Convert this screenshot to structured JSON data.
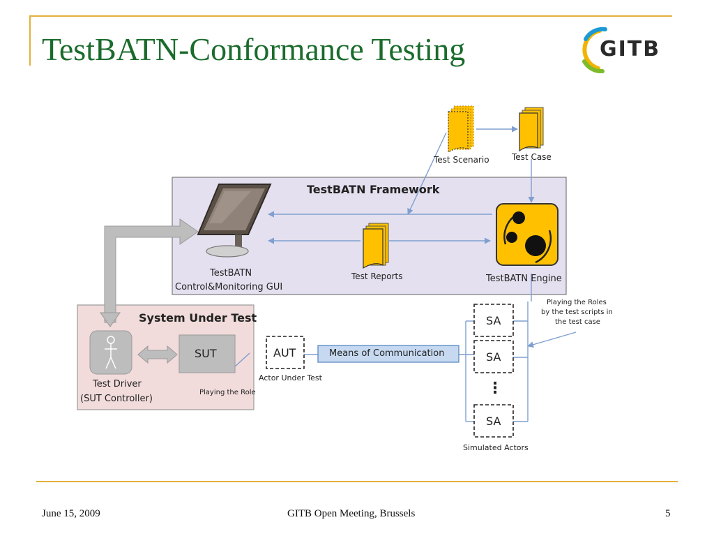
{
  "slide": {
    "title": "TestBATN-Conformance Testing",
    "logo_text": "GITB"
  },
  "diagram": {
    "framework_label": "TestBATN Framework",
    "gui_label_line1": "TestBATN",
    "gui_label_line2": "Control&Monitoring GUI",
    "engine_label": "TestBATN Engine",
    "test_reports": "Test Reports",
    "test_scenario": "Test Scenario",
    "test_case": "Test Case",
    "sut_group_label": "System Under Test",
    "sut": "SUT",
    "test_driver_line1": "Test Driver",
    "test_driver_line2": "(SUT Controller)",
    "playing_role": "Playing the Role",
    "aut": "AUT",
    "actor_under_test": "Actor Under Test",
    "means_of_communication": "Means of Communication",
    "sa": "SA",
    "sa_dots": "⋮",
    "simulated_actors": "Simulated Actors",
    "roles_note_line1": "Playing the Roles",
    "roles_note_line2": "by the test scripts in",
    "roles_note_line3": "the test case"
  },
  "footer": {
    "date": "June 15, 2009",
    "event": "GITB Open Meeting, Brussels",
    "page": "5"
  },
  "colors": {
    "title_green": "#1a6b2c",
    "gold_rule": "#e2b13c",
    "framework_fill": "#e4e0ef",
    "sut_fill": "#f1dbdb",
    "document_yellow": "#ffc000",
    "arrow_blue": "#7f9fcf"
  }
}
